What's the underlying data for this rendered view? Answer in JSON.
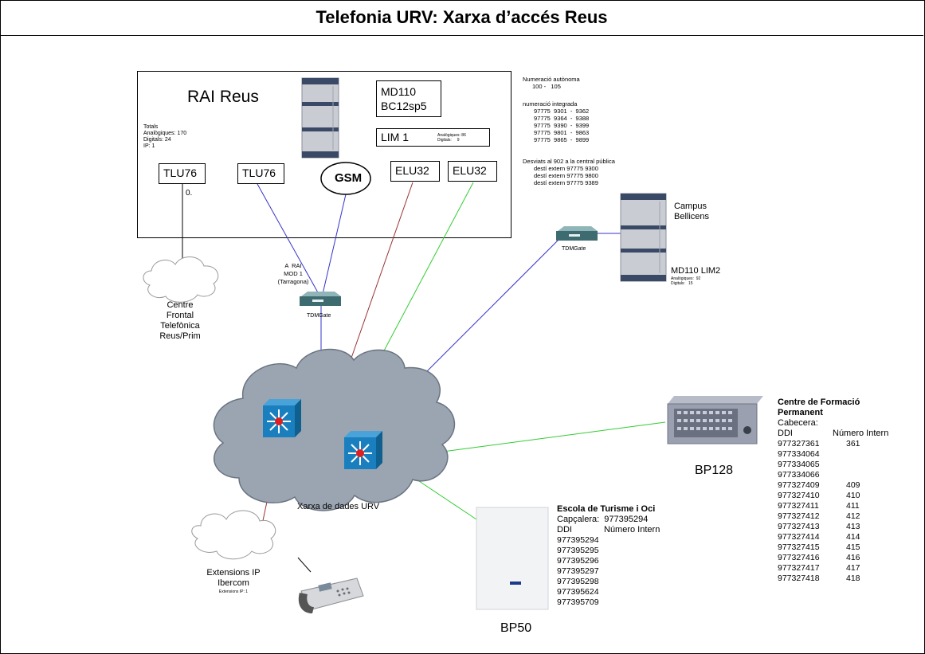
{
  "title": "Telefonia URV: Xarxa d’accés Reus",
  "rai": {
    "name": "RAI Reus",
    "totals": [
      "Totals",
      "Analògiques: 170",
      "Digitals: 24",
      "IP: 1"
    ],
    "md110": [
      "MD110",
      "BC12sp5"
    ],
    "lim1": "LIM 1",
    "lim1_stats": [
      "Analògiques: 86",
      "Digitals:     9"
    ],
    "tlu1": "TLU76",
    "tlu2": "TLU76",
    "gsm": "GSM",
    "elu1": "ELU32",
    "elu2": "ELU32",
    "zero": "0."
  },
  "numbering": {
    "autonomous_title": "Numeració autònoma",
    "autonomous_range": "100 -   105",
    "integrated_title": "numeració integrada",
    "integrated": [
      "97775  9301  -  9362",
      "97775  9364  -  9388",
      "97775  9390  -  9399",
      "97775  9801  -  9863",
      "97775  9865  -  9899"
    ],
    "deviated_title": "Desviats al 902 a la central pública",
    "deviated": [
      "destí extern 97775 9300",
      "destí extern 97775 9800",
      "destí extern 97775 9389"
    ]
  },
  "campus": {
    "name": [
      "Campus",
      "Bellicens"
    ],
    "model": "MD110 LIM2",
    "stats": [
      "Analògiques:  92",
      "Digitals:   15"
    ],
    "tdmgate": "TDMGate"
  },
  "tarragona": {
    "label": [
      "A  RAI",
      "MOD 1",
      "(Tarragona)"
    ],
    "tdmgate": "TDMGate"
  },
  "frontal": [
    "Centre",
    "Frontal",
    "Telefònica",
    "Reus/Prim"
  ],
  "network": "Xarxa de dades URV",
  "extensions": {
    "label": [
      "Extensions IP",
      "Ibercom"
    ],
    "sub": "Extensions IP: 1"
  },
  "bp128": {
    "name": "BP128",
    "heading": [
      "Centre de Formació",
      "Permanent"
    ],
    "header_label": "Cabecera:",
    "columns": [
      "DDI",
      "Número Intern"
    ],
    "ddi": [
      "977327361",
      "977334064",
      "977334065",
      "977334066",
      "977327409",
      "977327410",
      "977327411",
      "977327412",
      "977327413",
      "977327414",
      "977327415",
      "977327416",
      "977327417",
      "977327418"
    ],
    "internal": [
      "361",
      "",
      "",
      "",
      "409",
      "410",
      "411",
      "412",
      "413",
      "414",
      "415",
      "416",
      "417",
      "418"
    ]
  },
  "bp50": {
    "name": "BP50",
    "heading": "Escola de Turisme i Oci",
    "header_label": "Capçalera:  977395294",
    "columns": [
      "DDI",
      "Número Intern"
    ],
    "ddi": [
      "977395294",
      "977395295",
      "977395296",
      "977395297",
      "977395298",
      "977395624",
      "977395709"
    ]
  },
  "colors": {
    "blue": "#3333cc",
    "green": "#33cc33",
    "red": "#993333",
    "cloud": "#9aa5b1",
    "switch": "#1a7fbf"
  }
}
